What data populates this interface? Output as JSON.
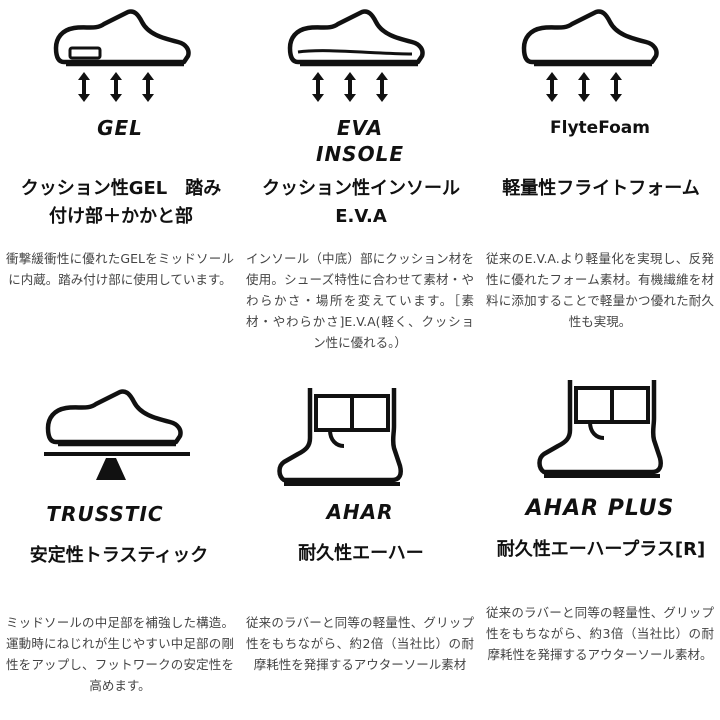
{
  "features": [
    {
      "tech": "GEL",
      "icon": "shoe-heel-cushion-icon",
      "title": "クッション性GEL　踏み付け部＋かかと部",
      "description": "衝撃緩衝性に優れたGELをミッドソールに内蔵。踏み付け部に使用しています。"
    },
    {
      "tech": "EVA",
      "tech2": "INSOLE",
      "icon": "shoe-insole-cushion-icon",
      "title": "クッション性インソールE.V.A",
      "description": "インソール（中底）部にクッション材を使用。シューズ特性に合わせて素材・やわらかさ・場所を変えています。［素材・やわらかさ]E.V.A(軽く、クッション性に優れる。）"
    },
    {
      "tech": "FlyteFoam",
      "icon": "shoe-foam-cushion-icon",
      "title": "軽量性フライトフォーム",
      "description": "従来のE.V.A.より軽量化を実現し、反発性に優れたフォーム素材。有機繊維を材料に添加することで軽量かつ優れた耐久性も実現。"
    },
    {
      "tech": "TRUSSTIC",
      "icon": "shoe-balance-icon",
      "title": "安定性トラスティック",
      "description": "ミッドソールの中足部を補強した構造。運動時にねじれが生じやすい中足部の剛性をアップし、フットワークの安定性を高めます。"
    },
    {
      "tech": "AHAR",
      "icon": "shoe-sole-wear-icon",
      "title": "耐久性エーハー",
      "description": "従来のラバーと同等の軽量性、グリップ性をもちながら、約2倍（当社比）の耐摩耗性を発揮するアウターソール素材"
    },
    {
      "tech": "AHAR PLUS",
      "icon": "shoe-sole-wear-plus-icon",
      "title": "耐久性エーハープラス[R]",
      "description": "従来のラバーと同等の軽量性、グリップ性をもちながら、約3倍（当社比）の耐摩耗性を発揮するアウターソール素材。"
    }
  ]
}
